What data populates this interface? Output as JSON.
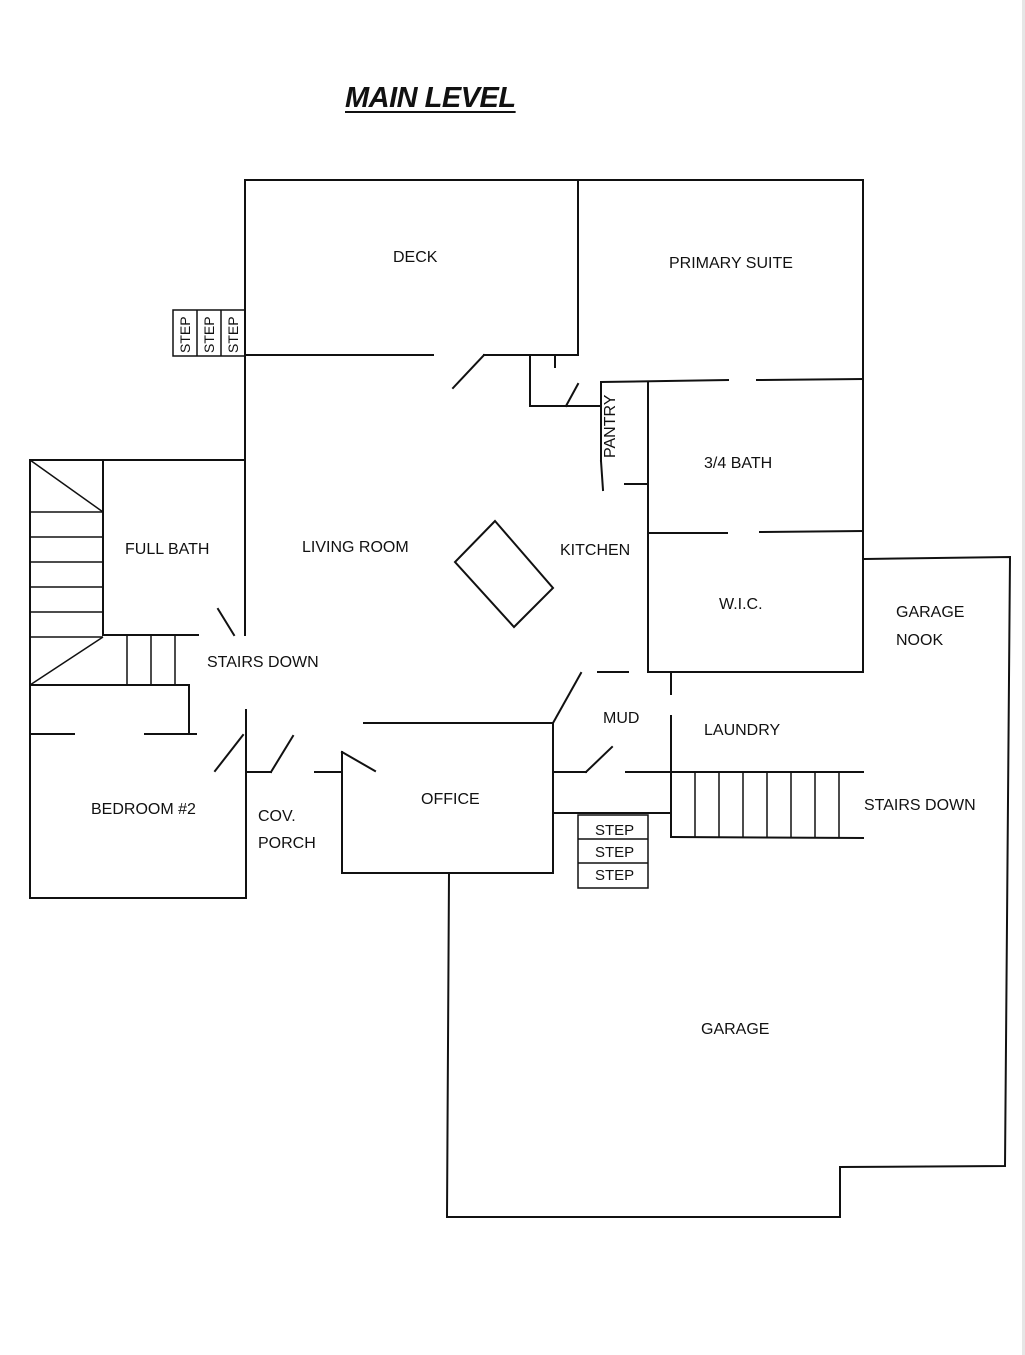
{
  "title": "MAIN LEVEL",
  "rooms": {
    "deck": "DECK",
    "primary_suite": "PRIMARY SUITE",
    "pantry": "PANTRY",
    "three_quarter_bath": "3/4 BATH",
    "full_bath": "FULL BATH",
    "living_room": "LIVING ROOM",
    "kitchen": "KITCHEN",
    "wic": "W.I.C.",
    "garage_nook_line1": "GARAGE",
    "garage_nook_line2": "NOOK",
    "stairs_down_left": "STAIRS DOWN",
    "mud": "MUD",
    "laundry": "LAUNDRY",
    "bedroom2": "BEDROOM #2",
    "cov_porch_line1": "COV.",
    "cov_porch_line2": "PORCH",
    "office": "OFFICE",
    "stairs_down_right": "STAIRS DOWN",
    "garage": "GARAGE"
  },
  "steps": {
    "deck_steps": [
      "STEP",
      "STEP",
      "STEP"
    ],
    "garage_steps": [
      "STEP",
      "STEP",
      "STEP"
    ]
  }
}
